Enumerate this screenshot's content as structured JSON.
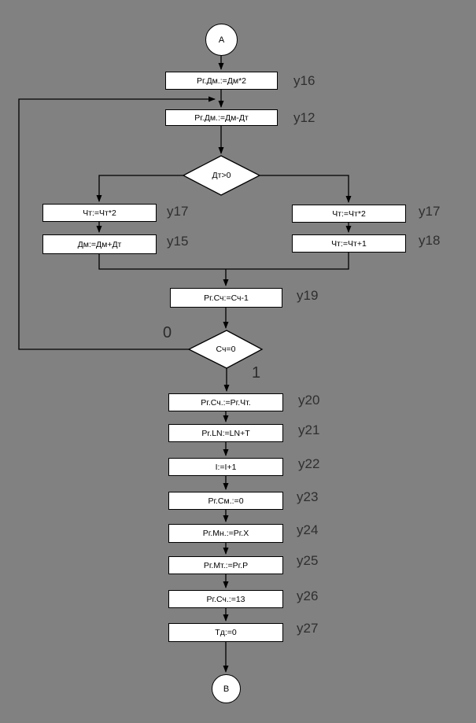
{
  "diagram": {
    "start": {
      "label": "А"
    },
    "end": {
      "label": "В"
    },
    "boxes": {
      "y16": {
        "text": "Рг.Дм.:=Дм*2",
        "tag": "y16"
      },
      "y12": {
        "text": "Рг.Дм.:=Дм-Дт",
        "tag": "y12"
      },
      "y17l": {
        "text": "Чт:=Чт*2",
        "tag": "y17"
      },
      "y15": {
        "text": "Дм:=Дм+Дт",
        "tag": "y15"
      },
      "y17r": {
        "text": "Чт:=Чт*2",
        "tag": "y17"
      },
      "y18": {
        "text": "Чт:=Чт+1",
        "tag": "y18"
      },
      "y19": {
        "text": "Рг.Сч:=Сч-1",
        "tag": "y19"
      },
      "y20": {
        "text": "Рг.Сч.:=Рг.Чт.",
        "tag": "y20"
      },
      "y21": {
        "text": "Pr.LN:=LN+T",
        "tag": "y21"
      },
      "y22": {
        "text": "I:=I+1",
        "tag": "y22"
      },
      "y23": {
        "text": "Рг.См.:=0",
        "tag": "y23"
      },
      "y24": {
        "text": "Рг.Мн.:=Рг.Х",
        "tag": "y24"
      },
      "y25": {
        "text": "Рг.Мт.:=Рг.Р",
        "tag": "y25"
      },
      "y26": {
        "text": "Рг.Сч.:=13",
        "tag": "y26"
      },
      "y27": {
        "text": "Тд:=0",
        "tag": "y27"
      }
    },
    "decisions": {
      "dt": {
        "text": "Дт>0"
      },
      "sch": {
        "text": "Сч=0",
        "false_branch": "0",
        "true_branch": "1"
      }
    },
    "colors": {
      "background": "#818181",
      "shape_fill": "#ffffff",
      "line": "#000000",
      "tag_text": "#2f2f2f"
    }
  }
}
